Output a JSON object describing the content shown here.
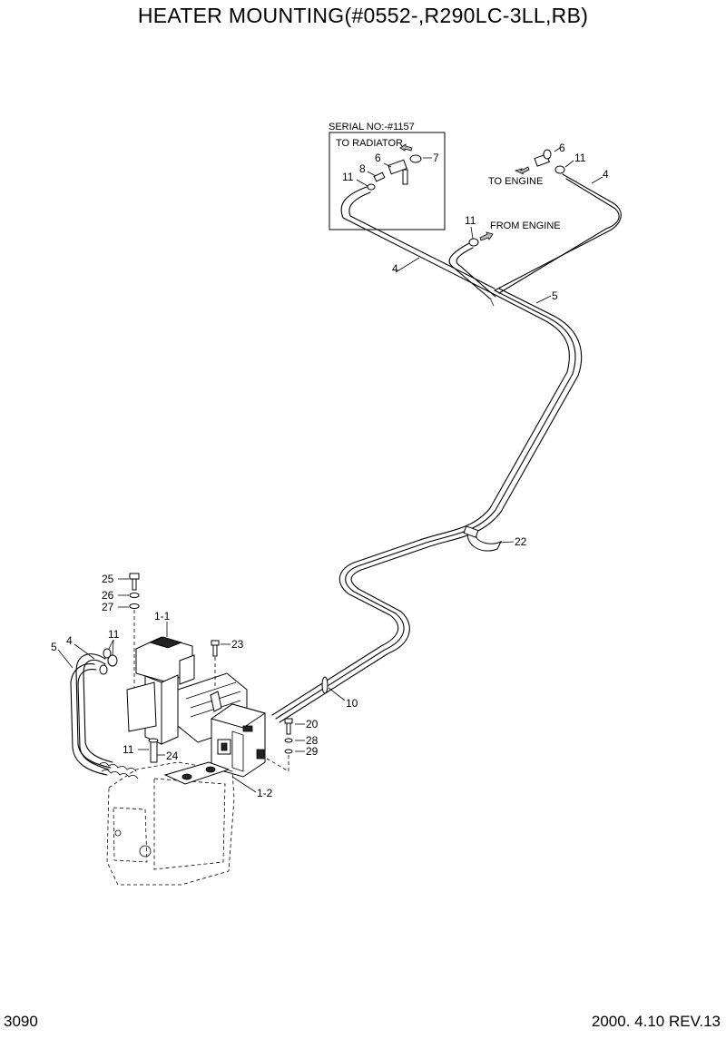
{
  "title": "HEATER MOUNTING(#0552-,R290LC-3LL,RB)",
  "page_number": "3090",
  "revision": "2000. 4.10  REV.13",
  "inset": {
    "serial": "SERIAL NO:-#1157",
    "to_radiator": "TO RADIATOR"
  },
  "flow_labels": {
    "to_engine": "TO ENGINE",
    "from_engine": "FROM ENGINE"
  },
  "callouts": {
    "c4_top_right": "4",
    "c6_top_right": "6",
    "c11_top_right": "11",
    "c11_from_engine": "11",
    "c4_middle": "4",
    "c5_middle": "5",
    "c7_inset": "7",
    "c6_inset": "6",
    "c8_inset": "8",
    "c11_inset": "11",
    "c22": "22",
    "c25": "25",
    "c26": "26",
    "c27": "27",
    "c1_1": "1-1",
    "c23": "23",
    "c11_left": "11",
    "c4_left": "4",
    "c5_left": "5",
    "c10": "10",
    "c20": "20",
    "c28": "28",
    "c29": "29",
    "c11_bottom": "11",
    "c24": "24",
    "c1_2": "1-2"
  }
}
